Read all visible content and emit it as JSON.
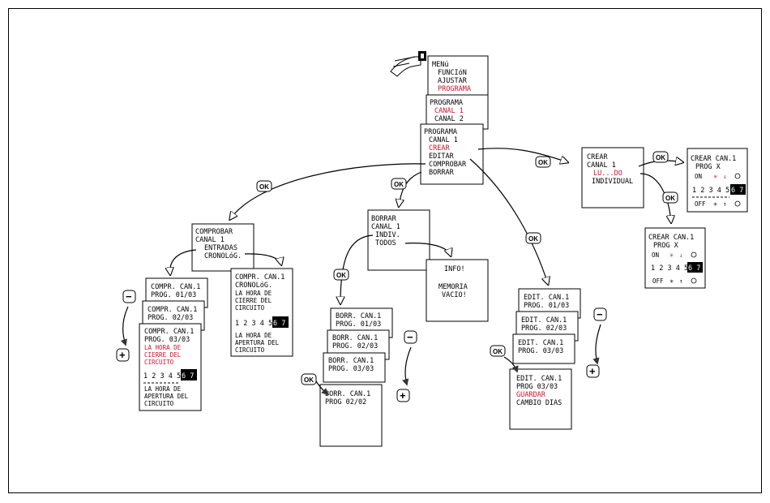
{
  "menu": {
    "title": "MENú",
    "items": [
      "FUNCIóN",
      "AJUSTAR",
      "PROGRAMA"
    ]
  },
  "programa_1": {
    "title": "PROGRAMA",
    "items": [
      "CANAL 1",
      "CANAL 2"
    ]
  },
  "programa_2": {
    "title": "PROGRAMA",
    "subtitle": "CANAL 1",
    "items": [
      "CREAR",
      "EDITAR",
      "COMPROBAR",
      "BORRAR"
    ]
  },
  "crear": {
    "title": "CREAR",
    "subtitle": "CANAL 1",
    "items": [
      "LU...DO",
      "INDIVIDUAL"
    ]
  },
  "crear_can_top": {
    "line1": "CREAR CAN.1",
    "line2": "PROG  X",
    "on": "ON",
    "off": "OFF",
    "days": "1 2 3 4 5",
    "days_inv": "6 7"
  },
  "crear_can_bottom": {
    "line1": "CREAR  CAN.1",
    "line2": "PROG  X",
    "on": "ON",
    "off": "OFF",
    "days": "1 2 3 4 5",
    "days_inv": "6 7"
  },
  "comprobar": {
    "title": "COMPROBAR",
    "subtitle": "CANAL 1",
    "items": [
      "ENTRADAS",
      "CRONOLóG."
    ]
  },
  "compr_cards": [
    {
      "line1": "COMPR. CAN.1",
      "line2": "PROG. 01/03"
    },
    {
      "line1": "COMPR. CAN.1",
      "line2": "PROG. 02/03"
    },
    {
      "line1": "COMPR. CAN.1",
      "line2": "PROG. 03/03",
      "red": [
        "LA HORA DE",
        "CIERRE DEL",
        "CIRCUITO"
      ],
      "days": "1 2 3 4 5",
      "days_inv": "6 7",
      "bottom": [
        "LA HORA DE",
        "APERTURA DEL",
        "CIRCUITO"
      ]
    }
  ],
  "compr_crono": {
    "line1": "COMPR. CAN.1",
    "line2": "CRONOLóG.",
    "lines": [
      "LA HORA DE",
      "CIERRE DEL",
      "CIRCUITO"
    ],
    "days": "1 2 3 4 5",
    "days_inv": "6 7",
    "bottom": [
      "LA HORA DE",
      "APERTURA DEL",
      "CIRCUITO"
    ]
  },
  "borrar": {
    "title": "BORRAR",
    "subtitle": "CANAL 1",
    "items": [
      "INDIV.",
      "TODOS"
    ]
  },
  "info": {
    "title": "INFO!",
    "lines": [
      "MEMORIA",
      "VACIO!"
    ]
  },
  "borr_cards": [
    {
      "line1": "BORR. CAN.1",
      "line2": "PROG. 01/03"
    },
    {
      "line1": "BORR. CAN.1",
      "line2": "PROG. 02/03"
    },
    {
      "line1": "BORR. CAN.1",
      "line2": "PROG. 03/03"
    },
    {
      "line1": "BORR. CAN.1",
      "line2": "PROG  02/02"
    }
  ],
  "edit_cards": [
    {
      "line1": "EDIT.  CAN.1",
      "line2": "PROG. 01/03"
    },
    {
      "line1": "EDIT.  CAN.1",
      "line2": "PROG. 02/03"
    },
    {
      "line1": "EDIT.  CAN.1",
      "line2": "PROG. 03/03"
    },
    {
      "line1": "EDIT.  CAN.1",
      "line2": "PROG  03/03",
      "red": "GUARDAR",
      "line4": "CAMBIO DIAS"
    }
  ],
  "buttons": {
    "ok": "OK",
    "minus": "−",
    "plus": "+"
  },
  "colors": {
    "highlight": "#d0112b",
    "stroke": "#000000"
  }
}
